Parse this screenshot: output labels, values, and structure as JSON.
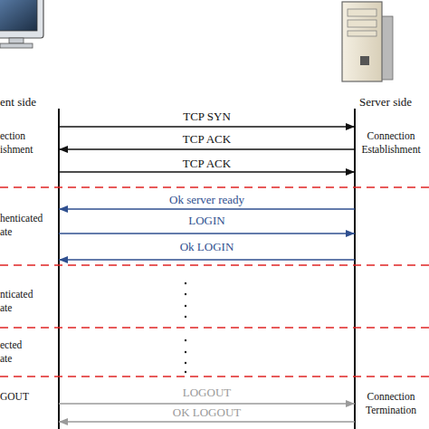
{
  "diagram": {
    "nodes": [
      {
        "text": [
          "ent side"
        ]
      },
      {
        "text": [
          "Server side"
        ]
      }
    ],
    "edges": [
      {
        "from": 0,
        "to": 1,
        "arrow": "to",
        "label": "TCP SYN"
      },
      {
        "from": 1,
        "to": 0,
        "arrow": "to",
        "label": "TCP ACK"
      },
      {
        "from": 0,
        "to": 1,
        "arrow": "to",
        "label": "TCP ACK"
      },
      {
        "from": 1,
        "to": 0,
        "arrow": "to",
        "label": "Ok server ready"
      },
      {
        "from": 0,
        "to": 1,
        "arrow": "to",
        "label": "LOGIN"
      },
      {
        "from": 1,
        "to": 0,
        "arrow": "to",
        "label": "Ok LOGIN"
      },
      {
        "from": 0,
        "to": 1,
        "arrow": "to",
        "label": "LOGOUT"
      },
      {
        "from": 1,
        "to": 0,
        "arrow": "to",
        "label": "OK LOGOUT"
      }
    ],
    "labels": [
      "ection ishment",
      "Connection Establishment",
      "henticated ate",
      "nticated ate",
      "ected ate",
      "GOUT",
      "Connection Termination"
    ]
  }
}
